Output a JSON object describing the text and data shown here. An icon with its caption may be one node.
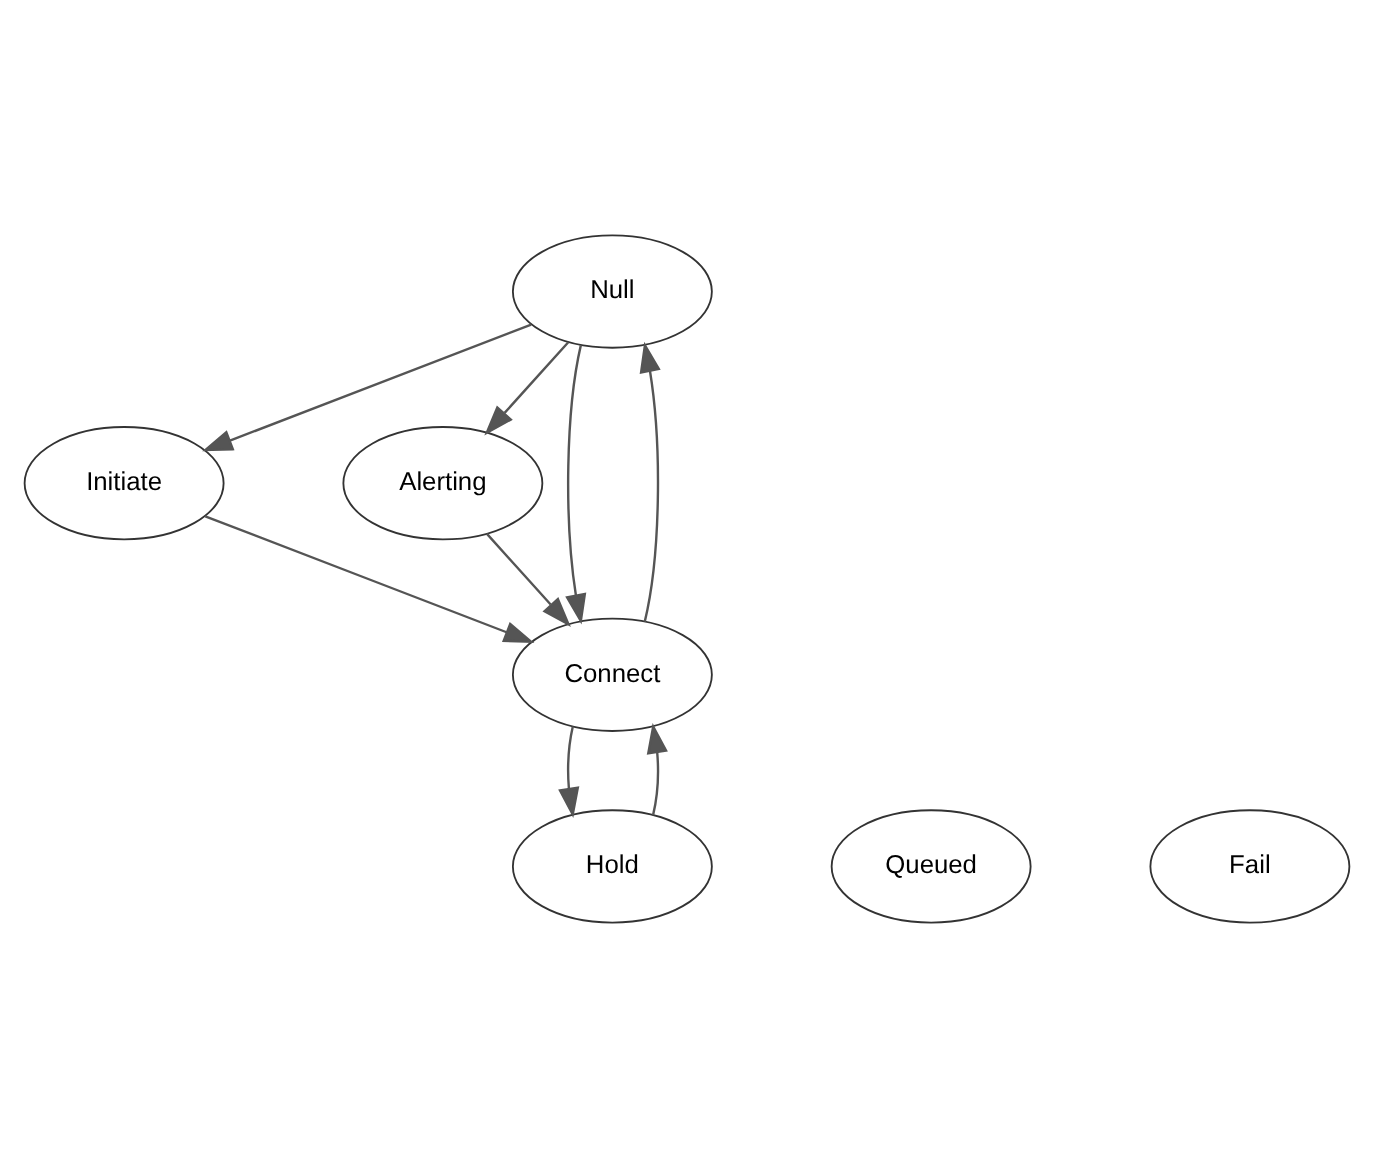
{
  "diagram": {
    "nodes": [
      {
        "text": [
          "Null"
        ]
      },
      {
        "text": [
          "Initiate"
        ]
      },
      {
        "text": [
          "Alerting"
        ]
      },
      {
        "text": [
          "Connect"
        ]
      },
      {
        "text": [
          "Queued"
        ]
      },
      {
        "text": [
          "Fail"
        ]
      },
      {
        "text": [
          "Hold"
        ]
      }
    ],
    "edges": [
      {
        "from": 0,
        "to": 1,
        "arrow": "to"
      },
      {
        "from": 0,
        "to": 2,
        "arrow": "to"
      },
      {
        "from": 0,
        "to": 3,
        "arrow": "to"
      },
      {
        "from": 3,
        "to": 0,
        "arrow": "to"
      },
      {
        "from": 1,
        "to": 3,
        "arrow": "to"
      },
      {
        "from": 2,
        "to": 3,
        "arrow": "to"
      },
      {
        "from": 3,
        "to": 6,
        "arrow": "to"
      },
      {
        "from": 6,
        "to": 3,
        "arrow": "to"
      }
    ]
  }
}
